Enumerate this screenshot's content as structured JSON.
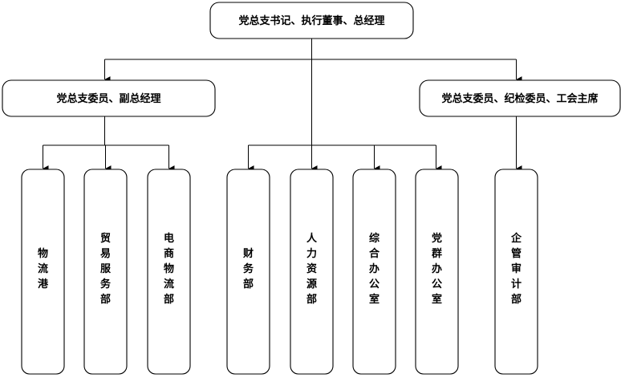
{
  "chart": {
    "type": "org-chart",
    "title": "",
    "orientation": "top-down",
    "levels": 3,
    "colors": {
      "background": "#ffffff",
      "box_fill": "#ffffff",
      "box_stroke": "#000000",
      "connector": "#000000",
      "text": "#000000"
    }
  },
  "level1": {
    "root": {
      "label": "党总支书记、执行董事、总经理",
      "orientation": "horizontal"
    }
  },
  "level2": {
    "left": {
      "label": "党总支委员、副总经理",
      "orientation": "horizontal"
    },
    "right": {
      "label": "党总支委员、纪检委员、工会主席",
      "orientation": "horizontal"
    }
  },
  "level3": {
    "departments": [
      {
        "label": "物流港",
        "orientation": "vertical",
        "parent": "left"
      },
      {
        "label": "贸易服务部",
        "orientation": "vertical",
        "parent": "left"
      },
      {
        "label": "电商物流部",
        "orientation": "vertical",
        "parent": "left"
      },
      {
        "label": "财务部",
        "orientation": "vertical",
        "parent": "root"
      },
      {
        "label": "人力资源部",
        "orientation": "vertical",
        "parent": "root"
      },
      {
        "label": "综合办公室",
        "orientation": "vertical",
        "parent": "root"
      },
      {
        "label": "党群办公室",
        "orientation": "vertical",
        "parent": "root"
      },
      {
        "label": "企管审计部",
        "orientation": "vertical",
        "parent": "right"
      }
    ]
  }
}
